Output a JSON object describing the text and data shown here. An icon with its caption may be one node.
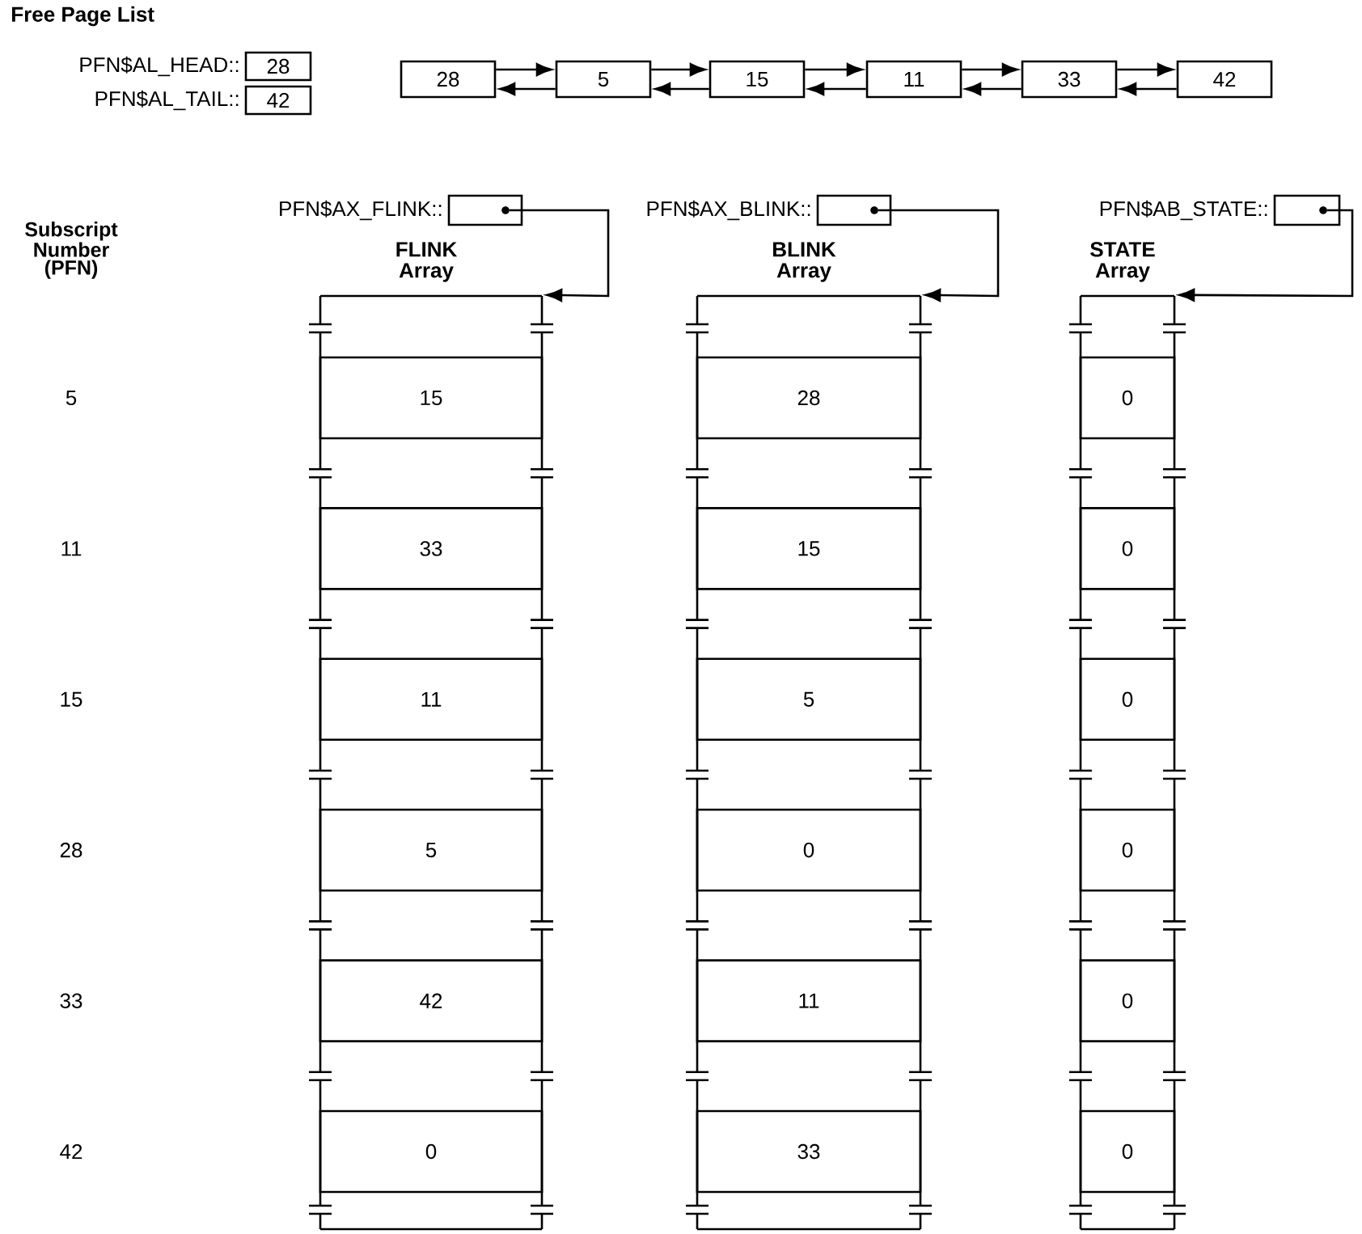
{
  "diagram": {
    "nodes": [
      {
        "text": [
          "28"
        ],
        "beside": [
          "PFN$AL_HEAD::"
        ]
      },
      {
        "text": [
          "42"
        ],
        "beside": [
          "PFN$AL_TAIL::"
        ]
      },
      {
        "text": [
          "28"
        ]
      },
      {
        "text": [
          "5"
        ]
      },
      {
        "text": [
          "15"
        ]
      },
      {
        "text": [
          "11"
        ]
      },
      {
        "text": [
          "33"
        ]
      },
      {
        "text": [
          "42"
        ]
      },
      {
        "text": [],
        "shape": "box",
        "beside": [
          "PFN$AX_FLINK::"
        ]
      },
      {
        "text": [],
        "shape": "box",
        "beside": [
          "PFN$AX_BLINK::"
        ]
      },
      {
        "text": [],
        "shape": "box",
        "beside": [
          "PFN$AB_STATE::"
        ]
      },
      {
        "text": [
          "FLINK Array"
        ]
      },
      {
        "text": [
          "15"
        ],
        "in": 11
      },
      {
        "text": [
          "33"
        ],
        "in": 11
      },
      {
        "text": [
          "11"
        ],
        "in": 11
      },
      {
        "text": [
          "5"
        ],
        "in": 11
      },
      {
        "text": [
          "42"
        ],
        "in": 11
      },
      {
        "text": [
          "0"
        ],
        "in": 11
      },
      {
        "text": [
          "BLINK Array"
        ]
      },
      {
        "text": [
          "28"
        ],
        "in": 18
      },
      {
        "text": [
          "15"
        ],
        "in": 18
      },
      {
        "text": [
          "5"
        ],
        "in": 18
      },
      {
        "text": [
          "0"
        ],
        "in": 18
      },
      {
        "text": [
          "11"
        ],
        "in": 18
      },
      {
        "text": [
          "33"
        ],
        "in": 18
      },
      {
        "text": [
          "STATE Array"
        ]
      },
      {
        "text": [
          "0"
        ],
        "in": 25
      },
      {
        "text": [
          "0"
        ],
        "in": 25
      },
      {
        "text": [
          "0"
        ],
        "in": 25
      },
      {
        "text": [
          "0"
        ],
        "in": 25
      },
      {
        "text": [
          "0"
        ],
        "in": 25
      },
      {
        "text": [
          "0"
        ],
        "in": 25
      }
    ],
    "edges": [
      {
        "from": 2,
        "to": 3,
        "arrow": "to"
      },
      {
        "from": 3,
        "to": 2,
        "arrow": "to"
      },
      {
        "from": 3,
        "to": 4,
        "arrow": "to"
      },
      {
        "from": 4,
        "to": 3,
        "arrow": "to"
      },
      {
        "from": 4,
        "to": 5,
        "arrow": "to"
      },
      {
        "from": 5,
        "to": 4,
        "arrow": "to"
      },
      {
        "from": 5,
        "to": 6,
        "arrow": "to"
      },
      {
        "from": 6,
        "to": 5,
        "arrow": "to"
      },
      {
        "from": 6,
        "to": 7,
        "arrow": "to"
      },
      {
        "from": 7,
        "to": 6,
        "arrow": "to"
      },
      {
        "from": 8,
        "to": 11,
        "arrow": "to"
      },
      {
        "from": 9,
        "to": 18,
        "arrow": "to"
      },
      {
        "from": 10,
        "to": 25,
        "arrow": "to"
      }
    ],
    "labels": [
      "Free Page List",
      "Subscript Number (PFN)",
      "5",
      "11",
      "15",
      "28",
      "33",
      "42"
    ]
  }
}
